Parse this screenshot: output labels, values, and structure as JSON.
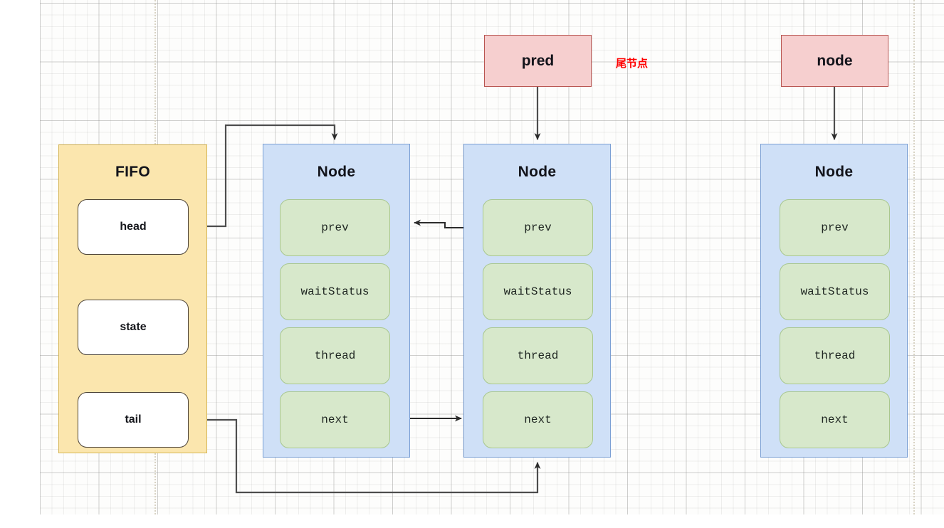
{
  "diagram": {
    "title_hidden": "",
    "colors": {
      "fifo_fill": "#fbe6ae",
      "fifo_stroke": "#d6b656",
      "node_fill": "#cfe0f7",
      "node_stroke": "#7a9fd4",
      "field_fill": "#d7e8cb",
      "field_stroke": "#a9c78f",
      "ref_fill": "#f6cfcf",
      "ref_stroke": "#b85450",
      "annotation": "#ff0000",
      "edge": "#4d4d4d"
    },
    "fifo": {
      "title": "FIFO",
      "fields": [
        {
          "label": "head"
        },
        {
          "label": "state"
        },
        {
          "label": "tail"
        }
      ]
    },
    "nodes": [
      {
        "title": "Node",
        "fields": [
          {
            "label": "prev"
          },
          {
            "label": "waitStatus"
          },
          {
            "label": "thread"
          },
          {
            "label": "next"
          }
        ]
      },
      {
        "title": "Node",
        "fields": [
          {
            "label": "prev"
          },
          {
            "label": "waitStatus"
          },
          {
            "label": "thread"
          },
          {
            "label": "next"
          }
        ]
      },
      {
        "title": "Node",
        "fields": [
          {
            "label": "prev"
          },
          {
            "label": "waitStatus"
          },
          {
            "label": "thread"
          },
          {
            "label": "next"
          }
        ]
      }
    ],
    "refs": [
      {
        "label": "pred"
      },
      {
        "label": "node"
      }
    ],
    "annotations": [
      {
        "text": "尾节点"
      }
    ],
    "edges": [
      {
        "name": "head-to-node1",
        "from": "fifo.head",
        "to": "node1.top"
      },
      {
        "name": "pred-to-node2",
        "from": "pred",
        "to": "node2.top"
      },
      {
        "name": "node-to-node3",
        "from": "node",
        "to": "node3.top"
      },
      {
        "name": "node2-prev-to-node1",
        "from": "node2.prev",
        "to": "node1.prev"
      },
      {
        "name": "node1-next-to-node2",
        "from": "node1.next",
        "to": "node2.prev-side"
      },
      {
        "name": "tail-to-node2",
        "from": "fifo.tail",
        "to": "node2.bottom"
      }
    ]
  }
}
